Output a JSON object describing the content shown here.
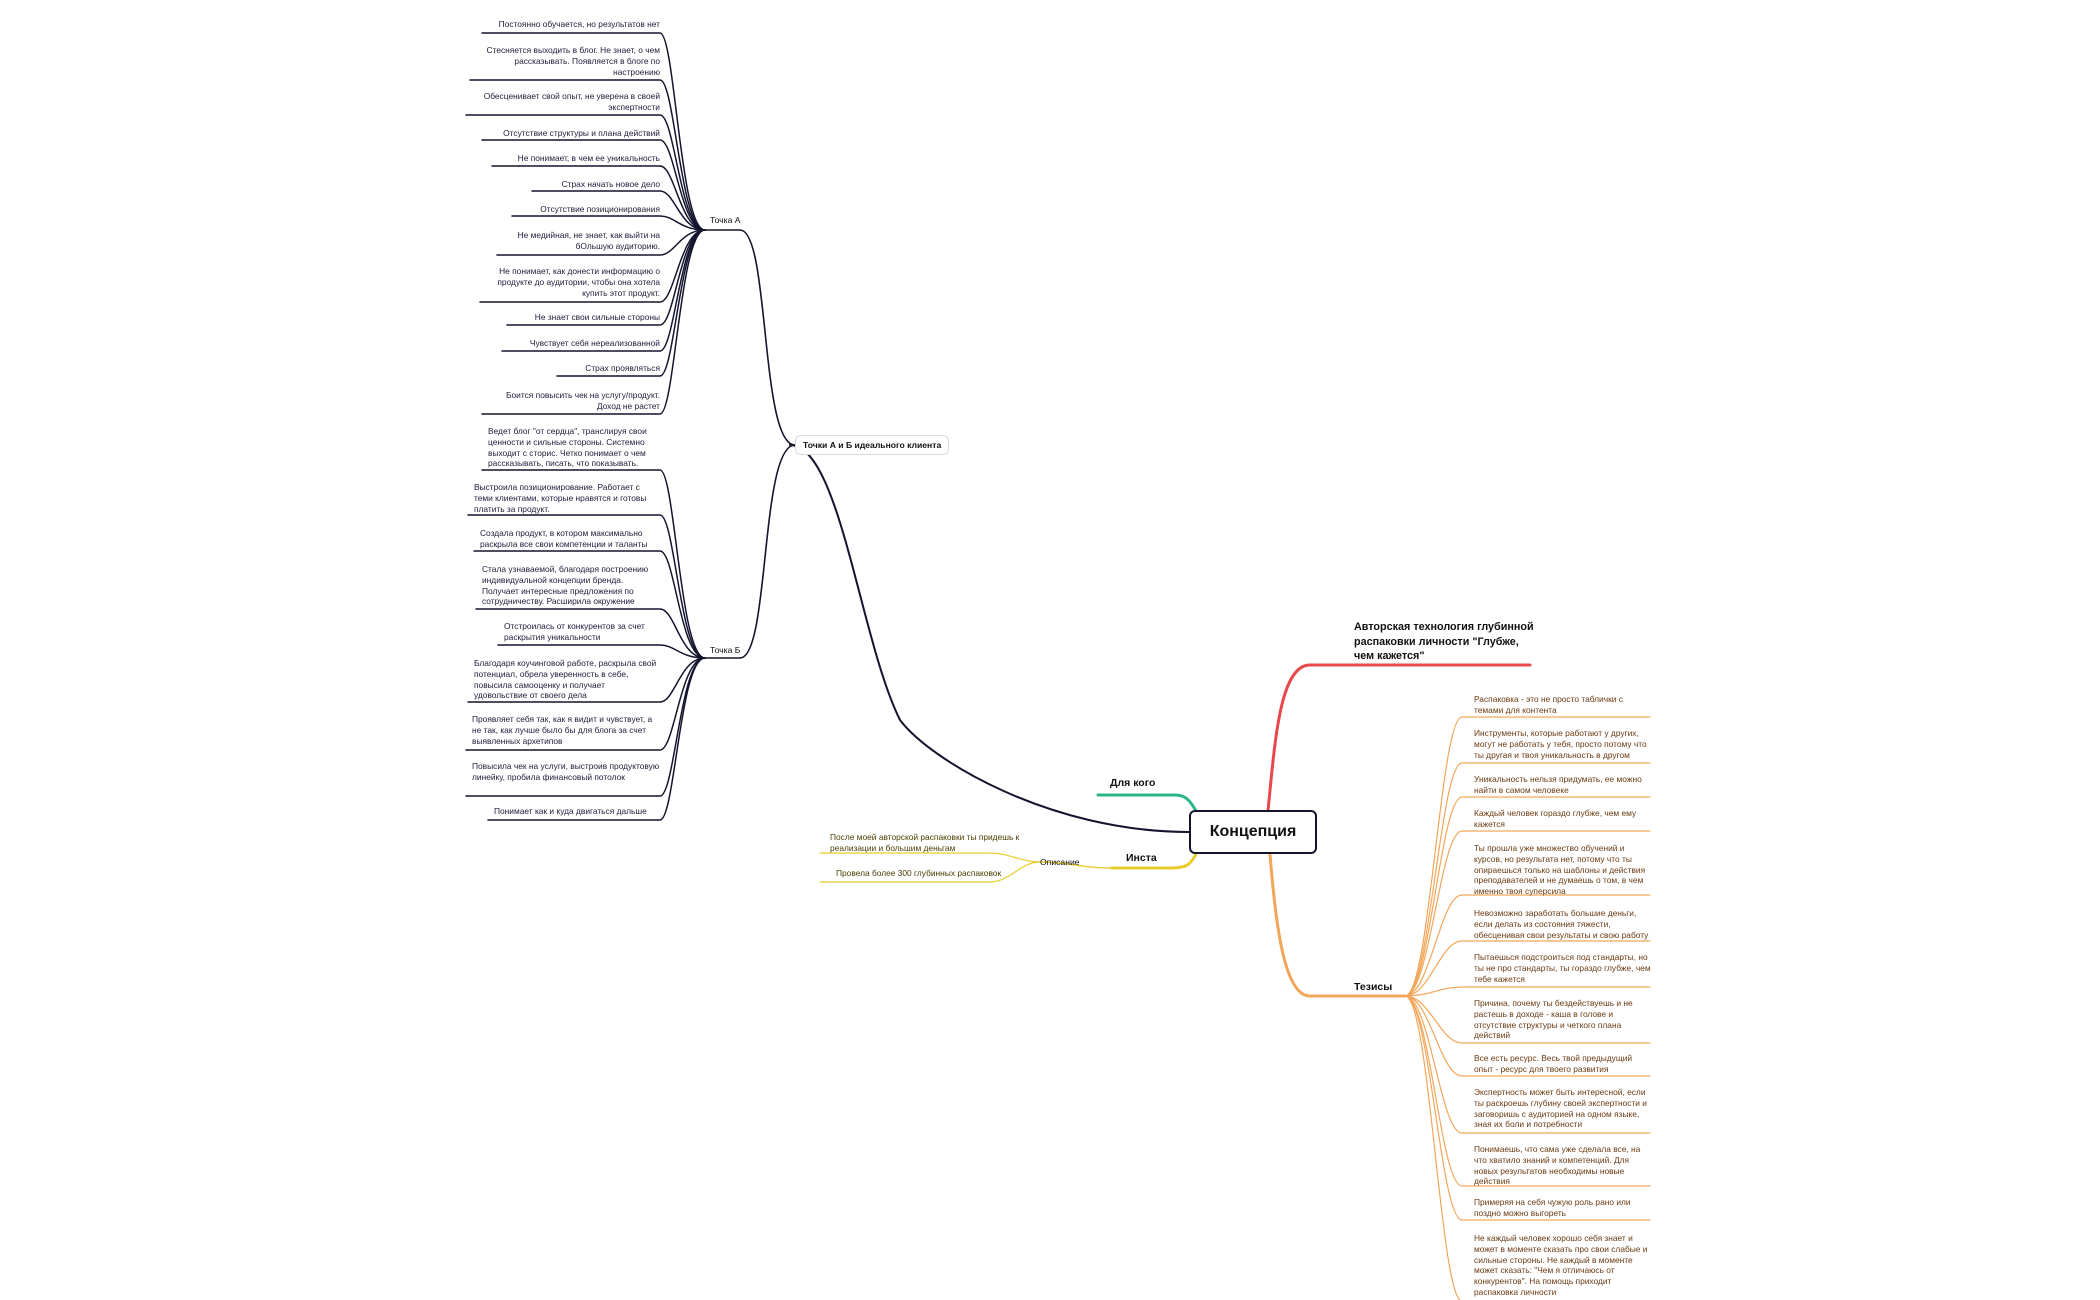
{
  "root": {
    "label": "Концепция"
  },
  "colors": {
    "dark": "#14142e",
    "red": "#e8484c",
    "orange": "#f2a65a",
    "green": "#2bb58a",
    "yellow": "#e8cc2a"
  },
  "branches": {
    "author": {
      "label": "Авторская технология глубинной распаковки личности \"Глубже, чем кажется\""
    },
    "theses": {
      "label": "Тезисы",
      "items": [
        "Распаковка - это не просто таблички с темами для контента",
        "Инструменты, которые работают у других, могут не работать у тебя, просто потому что ты другая и твоя уникальность в другом",
        "Уникальность нельзя придумать, ее можно найти в самом человеке",
        "Каждый человек гораздо глубже, чем ему кажется",
        "Ты прошла уже множество обучений и курсов, но результата нет, потому что ты опираешься только на шаблоны и действия преподавателей и не думаешь о том, в чем именно твоя суперсила",
        "Невозможно заработать большие деньги, если делать из состояния тяжести, обесценивая свои результаты и свою работу",
        "Пытаешься подстроиться под стандарты, но ты не про стандарты, ты гораздо глубже, чем тебе кажется",
        "Причина, почему ты бездействуешь и не растешь в доходе - каша в голове и отсутствие структуры и четкого плана действий",
        "Все есть ресурс. Весь твой предыдущий опыт - ресурс для твоего развития",
        "Экспертность может быть интересной, если ты раскроешь глубину своей экспертности и заговоришь с аудиторией на одном языке, зная их боли и потребности",
        "Понимаешь, что сама уже сделала все, на что хватило знаний и компетенций. Для новых результатов необходимы новые действия",
        "Примеряя на себя чужую роль рано или поздно можно выгореть",
        "Не каждый человек хорошо себя знает и может в моменте сказать про свои слабые и сильные стороны. Не каждый в моменте может сказать: \"Чем я отличаюсь от конкурентов\". На помощь приходит распаковка личности"
      ]
    },
    "forwhom": {
      "label": "Для кого"
    },
    "insta": {
      "label": "Инста",
      "sub": "Описание",
      "items": [
        "После моей авторской распаковки ты придешь к реализации и большим деньгам",
        "Провела более 300 глубинных распаковок"
      ]
    },
    "points": {
      "label": "Точки А и Б идеального клиента",
      "a": {
        "label": "Точка А",
        "items": [
          "Постоянно обучается, но результатов нет",
          "Стесняется выходить в блог. Не знает, о чем рассказывать. Появляется в блоге по настроению",
          "Обесценивает свой опыт, не уверена в своей экспертности",
          "Отсутствие структуры и плана действий",
          "Не понимает, в чем ее уникальность",
          "Страх начать новое дело",
          "Отсутствие позиционирования",
          "Не медийная, не знает, как выйти на бОльшую аудиторию.",
          "Не понимает, как донести информацию о продукте до аудитории, чтобы она хотела купить этот продукт.",
          "Не знает свои сильные стороны",
          "Чувствует себя нереализованной",
          "Страх проявляться",
          "Боится повысить чек на услугу/продукт. Доход не растет"
        ]
      },
      "b": {
        "label": "Точка Б",
        "items": [
          "Ведет блог \"от сердца\", транслируя свои ценности и сильные стороны. Системно выходит с сторис. Четко понимает о чем рассказывать, писать, что показывать.",
          "Выстроила позиционирование. Работает с теми клиентами, которые нравятся и готовы платить за продукт.",
          "Создала продукт, в котором максимально раскрыла все свои компетенции и таланты",
          "Стала узнаваемой, благодаря построению индивидуальной концепции бренда. Получает интересные предложения по сотрудничеству. Расширила окружение",
          "Отстроилась от конкурентов за счет раскрытия уникальности",
          "Благодаря коучинговой работе, раскрыла свой потенциал, обрела уверенность в себе, повысила самооценку и получает удовольствие от своего дела",
          "Проявляет себя так, как я видит и чувствует, а не так, как лучше было бы для блога за счет выявленных архетипов",
          "Повысила чек на услуги, выстроив продуктовую линейку, пробила финансовый потолок",
          "Понимает как и куда двигаться дальше"
        ]
      }
    }
  }
}
